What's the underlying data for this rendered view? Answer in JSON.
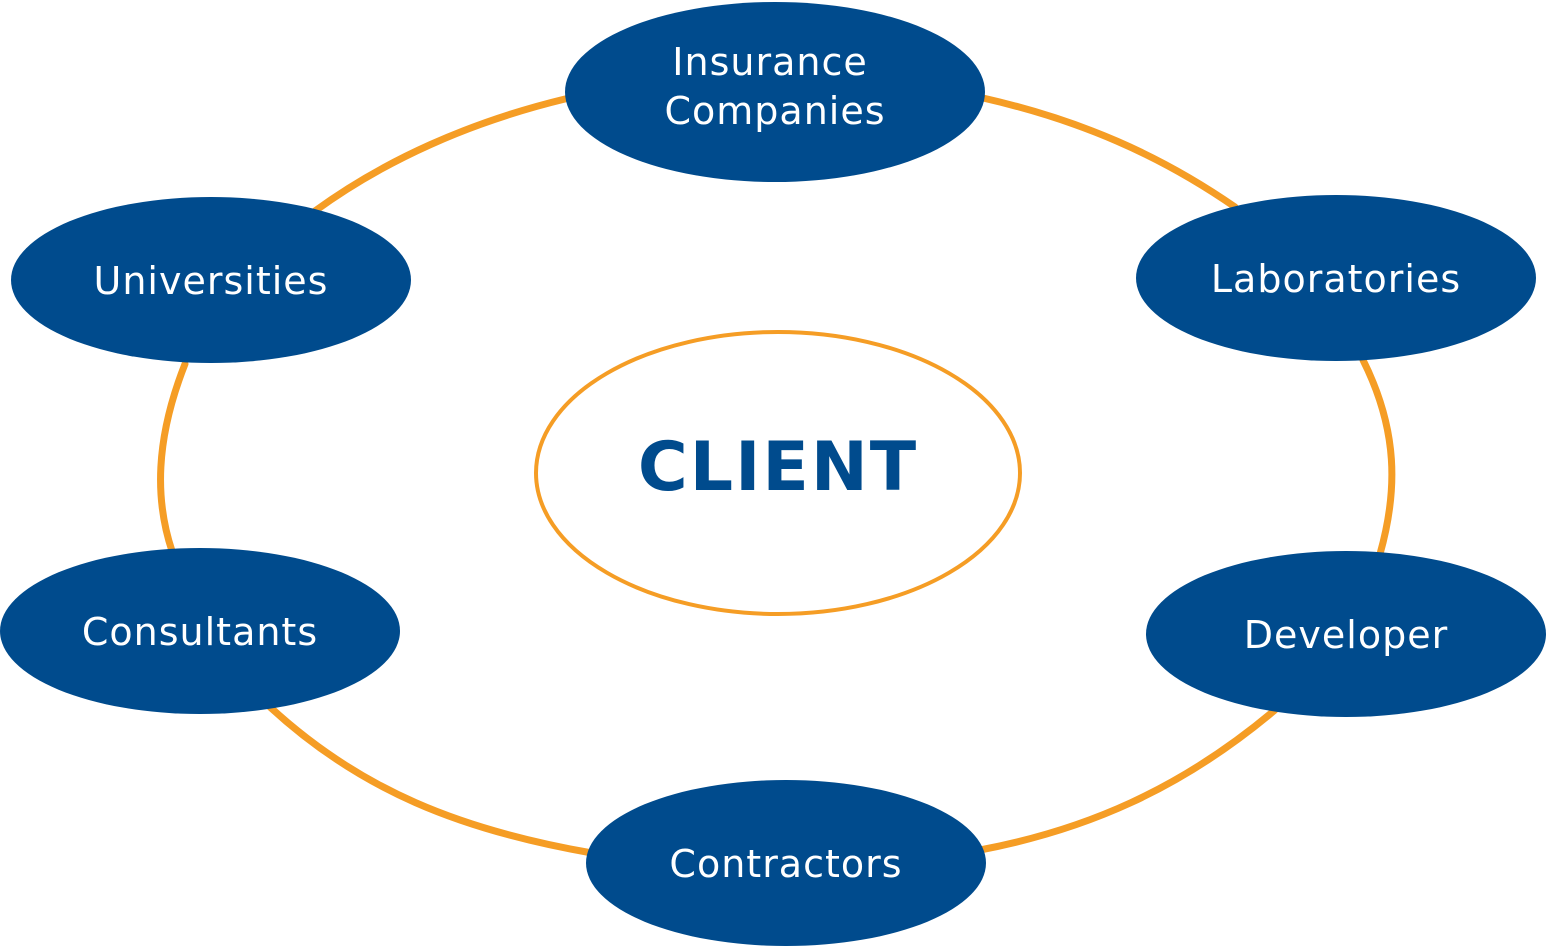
{
  "colors": {
    "node_fill": "#004b8d",
    "node_text": "#ffffff",
    "ring": "#f59d25",
    "center_outline": "#f59d25",
    "center_text": "#004b8d"
  },
  "center": {
    "label": "CLIENT"
  },
  "nodes": [
    {
      "id": "insurance",
      "lines": [
        "Insurance",
        "Companies"
      ]
    },
    {
      "id": "laboratories",
      "lines": [
        "Laboratories"
      ]
    },
    {
      "id": "developer",
      "lines": [
        "Developer"
      ]
    },
    {
      "id": "contractors",
      "lines": [
        "Contractors"
      ]
    },
    {
      "id": "consultants",
      "lines": [
        "Consultants"
      ]
    },
    {
      "id": "universities",
      "lines": [
        "Universities"
      ]
    }
  ]
}
